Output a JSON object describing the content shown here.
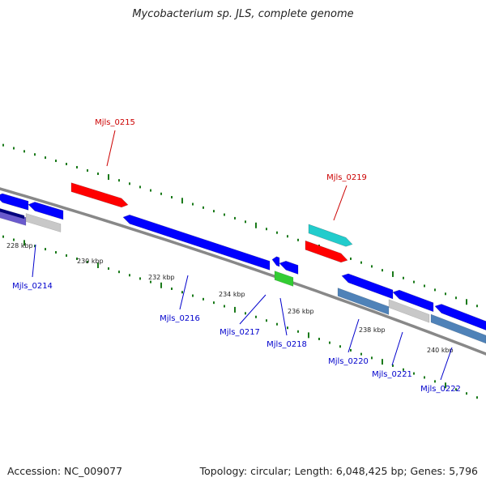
{
  "title": "Mycobacterium sp. JLS, complete genome",
  "accession": "Accession: NC_009077",
  "topology": "Topology: circular; Length: 6,048,425 bp; Genes: 5,796",
  "colors": {
    "backbone": "#888888",
    "ticks": "#1a7a1a",
    "forward_label": "#cc0000",
    "reverse_label": "#0000cc",
    "cds_blue": "#0000ff",
    "cds_red": "#ff0000",
    "cds_cyan": "#22cccc",
    "cds_green": "#33cc33",
    "cog_gray": "#c8c8c8",
    "cog_steel": "#4f82b8",
    "cog_purple": "#6a5acd",
    "cog_navy": "#000080"
  },
  "ticks": [
    {
      "label": "228 kbp"
    },
    {
      "label": "230 kbp"
    },
    {
      "label": "232 kbp"
    },
    {
      "label": "234 kbp"
    },
    {
      "label": "236 kbp"
    },
    {
      "label": "238 kbp"
    },
    {
      "label": "240 kbp"
    }
  ],
  "genes": [
    {
      "label": "Mjls_0214",
      "strand": "reverse"
    },
    {
      "label": "Mjls_0215",
      "strand": "forward"
    },
    {
      "label": "Mjls_0216",
      "strand": "reverse"
    },
    {
      "label": "Mjls_0217",
      "strand": "reverse"
    },
    {
      "label": "Mjls_0218",
      "strand": "reverse"
    },
    {
      "label": "Mjls_0219",
      "strand": "forward"
    },
    {
      "label": "Mjls_0220",
      "strand": "reverse"
    },
    {
      "label": "Mjls_0221",
      "strand": "reverse"
    },
    {
      "label": "Mjls_0222",
      "strand": "reverse"
    }
  ]
}
